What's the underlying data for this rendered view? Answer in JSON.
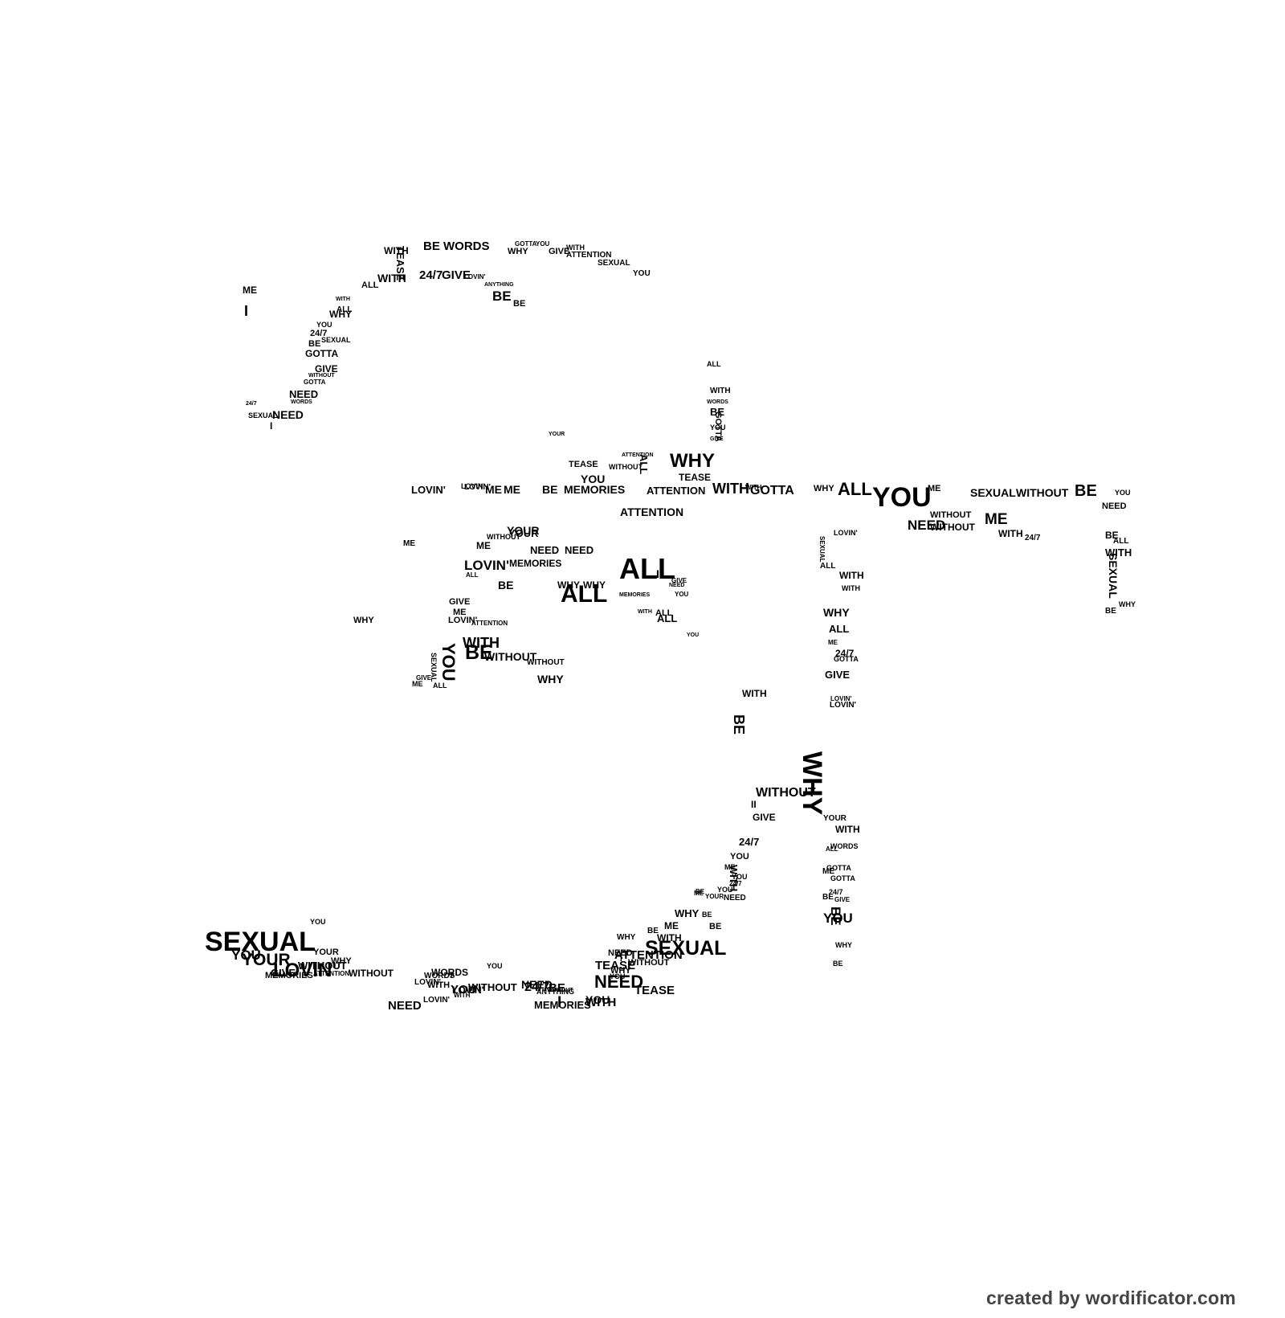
{
  "credit": "created by wordificator.com",
  "colors": {
    "text": "#000000",
    "credit": "#444444",
    "background": "#ffffff"
  },
  "words": [
    {
      "t": "WITH"
    },
    {
      "t": "TEASE"
    },
    {
      "t": "BE"
    },
    {
      "t": "WORDS"
    },
    {
      "t": "GOTTA"
    },
    {
      "t": "YOU"
    },
    {
      "t": "WHY"
    },
    {
      "t": "GIVE"
    },
    {
      "t": "WITH"
    },
    {
      "t": "ATTENTION"
    },
    {
      "t": "SEXUAL"
    },
    {
      "t": "YOU"
    },
    {
      "t": "WITH"
    },
    {
      "t": "24/7"
    },
    {
      "t": "GIVE"
    },
    {
      "t": "ALL"
    },
    {
      "t": "LOVIN'"
    },
    {
      "t": "ANYTHING"
    },
    {
      "t": "BE"
    },
    {
      "t": "BE"
    },
    {
      "t": "ME"
    },
    {
      "t": "I"
    },
    {
      "t": "ALL"
    },
    {
      "t": "WITH"
    },
    {
      "t": "WHY"
    },
    {
      "t": "YOU"
    },
    {
      "t": "24/7"
    },
    {
      "t": "SEXUAL"
    },
    {
      "t": "BE"
    },
    {
      "t": "GOTTA"
    },
    {
      "t": "GIVE"
    },
    {
      "t": "NEED"
    },
    {
      "t": "NEED"
    },
    {
      "t": "24/7"
    },
    {
      "t": "SEXUAL"
    },
    {
      "t": "I"
    },
    {
      "t": "WORDS"
    },
    {
      "t": "WITHOUT"
    },
    {
      "t": "GOTTA"
    },
    {
      "t": "ALL"
    },
    {
      "t": "WITH"
    },
    {
      "t": "WORDS"
    },
    {
      "t": "BE"
    },
    {
      "t": "YOU"
    },
    {
      "t": "GOTTA"
    },
    {
      "t": "GIVE"
    },
    {
      "t": "YOUR"
    },
    {
      "t": "TEASE"
    },
    {
      "t": "WITHOUT"
    },
    {
      "t": "WHY"
    },
    {
      "t": "ALL"
    },
    {
      "t": "ATTENTION"
    },
    {
      "t": "TEASE"
    },
    {
      "t": "YOU"
    },
    {
      "t": "WITH"
    },
    {
      "t": "LOVIN'"
    },
    {
      "t": "LOVIN'"
    },
    {
      "t": "LOVIN'"
    },
    {
      "t": "ME"
    },
    {
      "t": "ME"
    },
    {
      "t": "BE"
    },
    {
      "t": "MEMORIES"
    },
    {
      "t": "ATTENTION"
    },
    {
      "t": "WITH"
    },
    {
      "t": "GOTTA"
    },
    {
      "t": "WHY"
    },
    {
      "t": "ALL"
    },
    {
      "t": "YOU"
    },
    {
      "t": "ME"
    },
    {
      "t": "NEED"
    },
    {
      "t": "SEXUAL"
    },
    {
      "t": "WITHOUT"
    },
    {
      "t": "BE"
    },
    {
      "t": "YOU"
    },
    {
      "t": "NEED"
    },
    {
      "t": "WITHOUT"
    },
    {
      "t": "WITHOUT"
    },
    {
      "t": "ME"
    },
    {
      "t": "WITH"
    },
    {
      "t": "24/7"
    },
    {
      "t": "BE"
    },
    {
      "t": "ALL"
    },
    {
      "t": "WITH"
    },
    {
      "t": "SEXUAL"
    },
    {
      "t": "BE"
    },
    {
      "t": "WHY"
    },
    {
      "t": "ATTENTION"
    },
    {
      "t": "YOUR"
    },
    {
      "t": "ME"
    },
    {
      "t": "NEED"
    },
    {
      "t": "NEED"
    },
    {
      "t": "LOVIN'"
    },
    {
      "t": "MEMORIES"
    },
    {
      "t": "ALL"
    },
    {
      "t": "ALL"
    },
    {
      "t": "ALL"
    },
    {
      "t": "BE"
    },
    {
      "t": "WHY"
    },
    {
      "t": "WHY"
    },
    {
      "t": "MEMORIES"
    },
    {
      "t": "ALL"
    },
    {
      "t": "I"
    },
    {
      "t": "GIVE"
    },
    {
      "t": "NEED"
    },
    {
      "t": "YOU"
    },
    {
      "t": "WITH"
    },
    {
      "t": "ALL"
    },
    {
      "t": "YOU"
    },
    {
      "t": "GIVE"
    },
    {
      "t": "ME"
    },
    {
      "t": "LOVIN'"
    },
    {
      "t": "ATTENTION"
    },
    {
      "t": "WITH"
    },
    {
      "t": "YOU"
    },
    {
      "t": "BE"
    },
    {
      "t": "WITHOUT"
    },
    {
      "t": "SEXUAL"
    },
    {
      "t": "WITHOUT"
    },
    {
      "t": "WHY"
    },
    {
      "t": "GIVE"
    },
    {
      "t": "ME"
    },
    {
      "t": "ALL"
    },
    {
      "t": "WHY"
    },
    {
      "t": "ME"
    },
    {
      "t": "WITHOUT"
    },
    {
      "t": "YOUR"
    },
    {
      "t": "LOVIN'"
    },
    {
      "t": "SEXUAL"
    },
    {
      "t": "ALL"
    },
    {
      "t": "WITH"
    },
    {
      "t": "WITH"
    },
    {
      "t": "WHY"
    },
    {
      "t": "ALL"
    },
    {
      "t": "ME"
    },
    {
      "t": "GOTTA"
    },
    {
      "t": "24/7"
    },
    {
      "t": "GIVE"
    },
    {
      "t": "LOVIN'"
    },
    {
      "t": "LOVIN'"
    },
    {
      "t": "WHY"
    },
    {
      "t": "YOUR"
    },
    {
      "t": "WITH"
    },
    {
      "t": "WORDS"
    },
    {
      "t": "ALL"
    },
    {
      "t": "GOTTA"
    },
    {
      "t": "ME"
    },
    {
      "t": "GOTTA"
    },
    {
      "t": "24/7"
    },
    {
      "t": "BE"
    },
    {
      "t": "GIVE"
    },
    {
      "t": "YOU"
    },
    {
      "t": "BE"
    },
    {
      "t": "WHY"
    },
    {
      "t": "BE"
    },
    {
      "t": "WITH"
    },
    {
      "t": "BE"
    },
    {
      "t": "WITHOUT"
    },
    {
      "t": "II"
    },
    {
      "t": "GIVE"
    },
    {
      "t": "24/7"
    },
    {
      "t": "WITH"
    },
    {
      "t": "YOU"
    },
    {
      "t": "ME"
    },
    {
      "t": "YOU"
    },
    {
      "t": "24/7"
    },
    {
      "t": "NEED"
    },
    {
      "t": "BE"
    },
    {
      "t": "BE"
    },
    {
      "t": "YOUR"
    },
    {
      "t": "BE"
    },
    {
      "t": "YOU"
    },
    {
      "t": "ME"
    },
    {
      "t": "WHY"
    },
    {
      "t": "ME"
    },
    {
      "t": "BE"
    },
    {
      "t": "WITH"
    },
    {
      "t": "SEXUAL"
    },
    {
      "t": "WHY"
    },
    {
      "t": "NEED"
    },
    {
      "t": "TEASE"
    },
    {
      "t": "ATTENTION"
    },
    {
      "t": "WITHOUT"
    },
    {
      "t": "I"
    },
    {
      "t": "WHY"
    },
    {
      "t": "YOU"
    },
    {
      "t": "NEED"
    },
    {
      "t": "YOU"
    },
    {
      "t": "TEASE"
    },
    {
      "t": "24/7"
    },
    {
      "t": "I"
    },
    {
      "t": "WITH"
    },
    {
      "t": "BE"
    },
    {
      "t": "WITHOUT"
    },
    {
      "t": "ANYTHING"
    },
    {
      "t": "MEMORIES"
    },
    {
      "t": "LOVIN'"
    },
    {
      "t": "WITH"
    },
    {
      "t": "WITHOUT"
    },
    {
      "t": "YOU"
    },
    {
      "t": "NEED"
    },
    {
      "t": "LOVIN'"
    },
    {
      "t": "NEED"
    },
    {
      "t": "LOVIN'"
    },
    {
      "t": "WORDS"
    },
    {
      "t": "WORDS"
    },
    {
      "t": "WITH"
    },
    {
      "t": "I"
    },
    {
      "t": "YOU"
    },
    {
      "t": "WITHOUT"
    },
    {
      "t": "WHY"
    },
    {
      "t": "YOUR"
    },
    {
      "t": "YOU"
    },
    {
      "t": "WITHOUT"
    },
    {
      "t": "YOU"
    },
    {
      "t": "YOUR"
    },
    {
      "t": "LOVIN'"
    },
    {
      "t": "GIVE"
    },
    {
      "t": "MEMORIES"
    },
    {
      "t": "ATTENTION"
    },
    {
      "t": "SEXUAL"
    }
  ]
}
